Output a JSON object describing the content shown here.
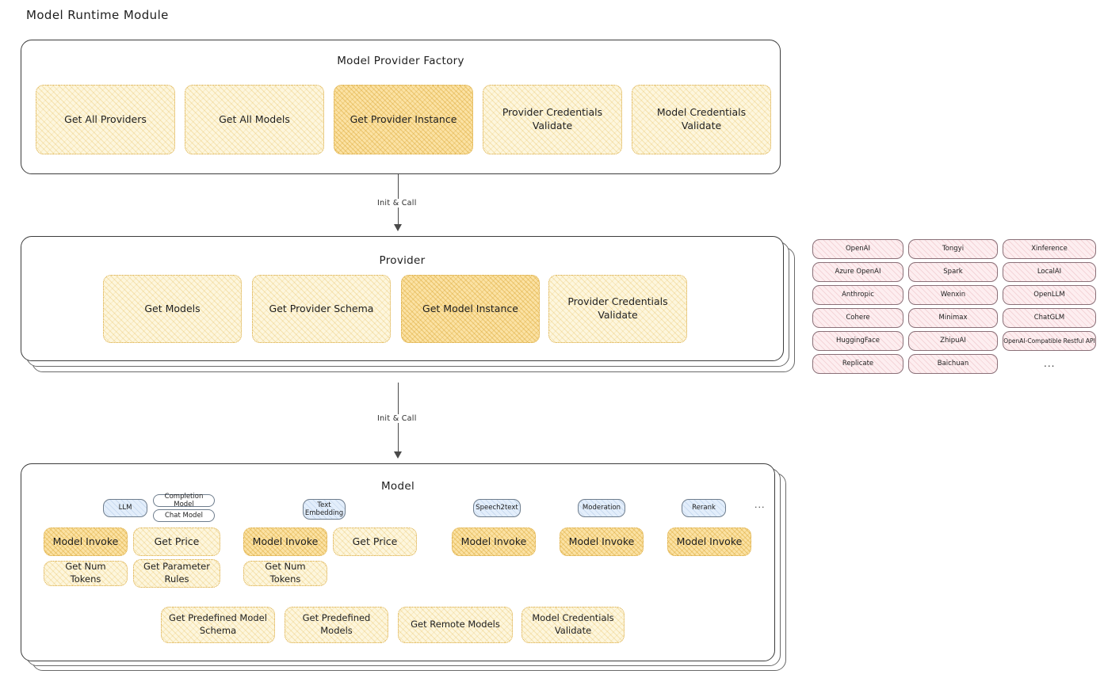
{
  "page": {
    "title": "Model Runtime Module"
  },
  "arrows": [
    {
      "label": "Init & Call"
    },
    {
      "label": "Init & Call"
    }
  ],
  "factory": {
    "title": "Model Provider Factory",
    "nodes": [
      {
        "label": "Get All Providers",
        "highlighted": false
      },
      {
        "label": "Get All Models",
        "highlighted": false
      },
      {
        "label": "Get Provider Instance",
        "highlighted": true
      },
      {
        "label": "Provider Credentials Validate",
        "highlighted": false
      },
      {
        "label": "Model Credentials Validate",
        "highlighted": false
      }
    ]
  },
  "provider": {
    "title": "Provider",
    "nodes": [
      {
        "label": "Get Models",
        "highlighted": false
      },
      {
        "label": "Get Provider Schema",
        "highlighted": false
      },
      {
        "label": "Get Model Instance",
        "highlighted": true
      },
      {
        "label": "Provider Credentials Validate",
        "highlighted": false
      }
    ]
  },
  "provider_list": {
    "ellipsis": "...",
    "columns": [
      {
        "items": [
          "OpenAI",
          "Azure OpenAI",
          "Anthropic",
          "Cohere",
          "HuggingFace",
          "Replicate"
        ]
      },
      {
        "items": [
          "Tongyi",
          "Spark",
          "Wenxin",
          "Minimax",
          "ZhipuAI",
          "Baichuan"
        ]
      },
      {
        "items": [
          "Xinference",
          "LocalAI",
          "OpenLLM",
          "ChatGLM",
          "OpenAI-Compatible Restful API"
        ]
      }
    ]
  },
  "model": {
    "title": "Model",
    "ellipsis": "...",
    "capabilities": [
      {
        "name": "LLM",
        "subchips": [
          "Completion Model",
          "Chat Model"
        ],
        "nodes": [
          {
            "label": "Model Invoke",
            "highlighted": true
          },
          {
            "label": "Get Price",
            "highlighted": false
          },
          {
            "label": "Get Num Tokens",
            "highlighted": false
          },
          {
            "label": "Get Parameter Rules",
            "highlighted": false
          }
        ]
      },
      {
        "name": "Text Embedding",
        "subchips": [],
        "nodes": [
          {
            "label": "Model Invoke",
            "highlighted": true
          },
          {
            "label": "Get Price",
            "highlighted": false
          },
          {
            "label": "Get Num Tokens",
            "highlighted": false
          }
        ]
      },
      {
        "name": "Speech2text",
        "subchips": [],
        "nodes": [
          {
            "label": "Model Invoke",
            "highlighted": true
          }
        ]
      },
      {
        "name": "Moderation",
        "subchips": [],
        "nodes": [
          {
            "label": "Model Invoke",
            "highlighted": true
          }
        ]
      },
      {
        "name": "Rerank",
        "subchips": [],
        "nodes": [
          {
            "label": "Model Invoke",
            "highlighted": true
          }
        ]
      }
    ],
    "common_nodes": [
      {
        "label": "Get Predefined Model Schema"
      },
      {
        "label": "Get Predefined Models"
      },
      {
        "label": "Get Remote Models"
      },
      {
        "label": "Model Credentials Validate"
      }
    ]
  }
}
